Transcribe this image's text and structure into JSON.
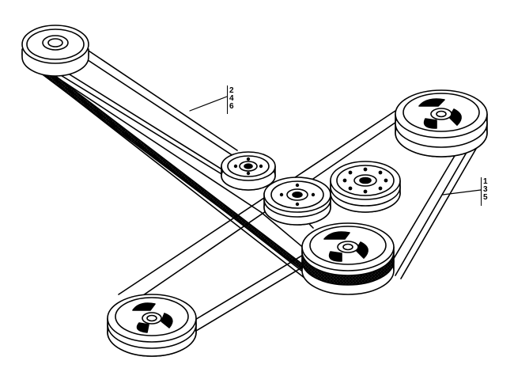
{
  "diagram": {
    "callout_top": {
      "labels": [
        "2",
        "4",
        "6"
      ]
    },
    "callout_right": {
      "labels": [
        "1",
        "3",
        "5"
      ]
    }
  },
  "colors": {
    "ink": "#000000",
    "paper": "#ffffff",
    "belt_texture": "#3a3a3a"
  }
}
